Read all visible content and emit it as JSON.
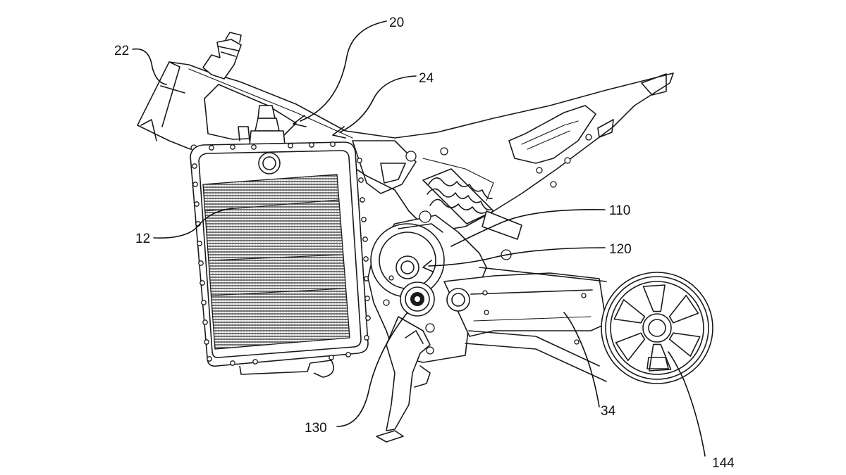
{
  "reference_numerals": {
    "frame": "20",
    "headstock": "22",
    "frame_member": "24",
    "battery": "12",
    "motor": "110",
    "motor_pulley": "120",
    "drive_sprocket": "130",
    "swingarm": "34",
    "rear_wheel_hub": "144"
  },
  "colors": {
    "line": "#1a1a1a",
    "background": "#ffffff",
    "battery_hatch": "#2a2a2a"
  }
}
